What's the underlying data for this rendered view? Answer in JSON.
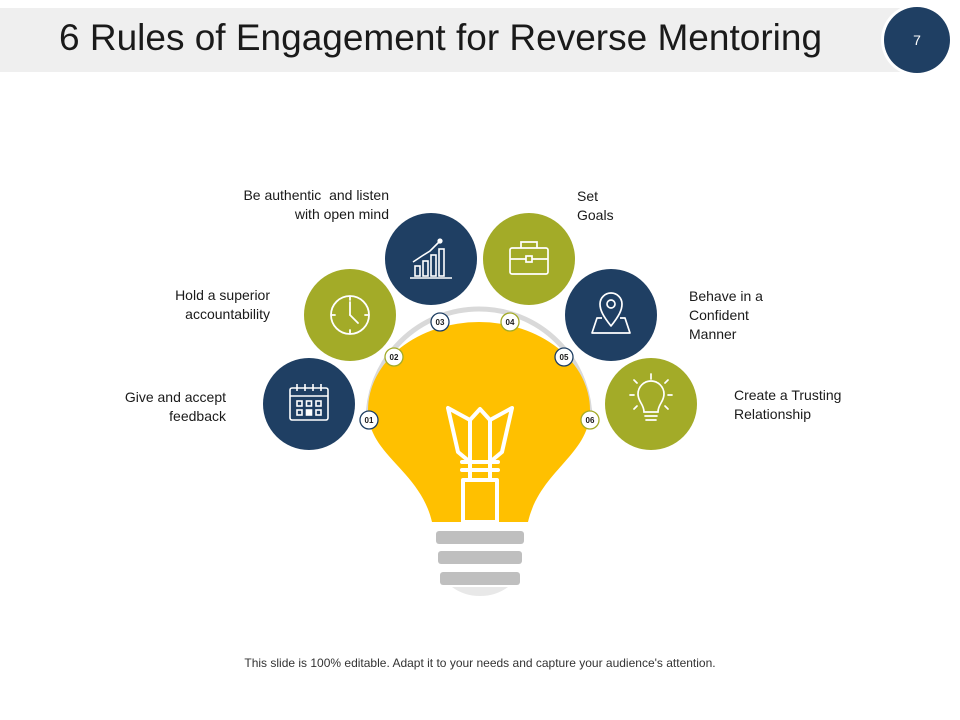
{
  "title": "6 Rules of Engagement for Reverse Mentoring",
  "page_number": "7",
  "footer": "This slide is 100% editable. Adapt it to your needs and capture your audience's attention.",
  "colors": {
    "navy": "#1f3f63",
    "olive": "#a3ab28",
    "bulb": "#ffc000",
    "base": "#bfbfbf",
    "arc": "#d9d9d9"
  },
  "steps": [
    {
      "number": "01",
      "label_lines": [
        "Give and accept",
        "feedback"
      ],
      "icon": "calendar-icon",
      "color": "navy"
    },
    {
      "number": "02",
      "label_lines": [
        "Hold a superior",
        "accountability"
      ],
      "icon": "clock-icon",
      "color": "olive"
    },
    {
      "number": "03",
      "label_lines": [
        "Be authentic  and listen",
        "with open mind"
      ],
      "icon": "growth-chart-icon",
      "color": "navy"
    },
    {
      "number": "04",
      "label_lines": [
        "Set",
        "Goals"
      ],
      "icon": "briefcase-icon",
      "color": "olive"
    },
    {
      "number": "05",
      "label_lines": [
        "Behave in a",
        "Confident",
        "Manner"
      ],
      "icon": "location-pin-icon",
      "color": "navy"
    },
    {
      "number": "06",
      "label_lines": [
        "Create a Trusting",
        "Relationship"
      ],
      "icon": "lightbulb-icon",
      "color": "olive"
    }
  ]
}
